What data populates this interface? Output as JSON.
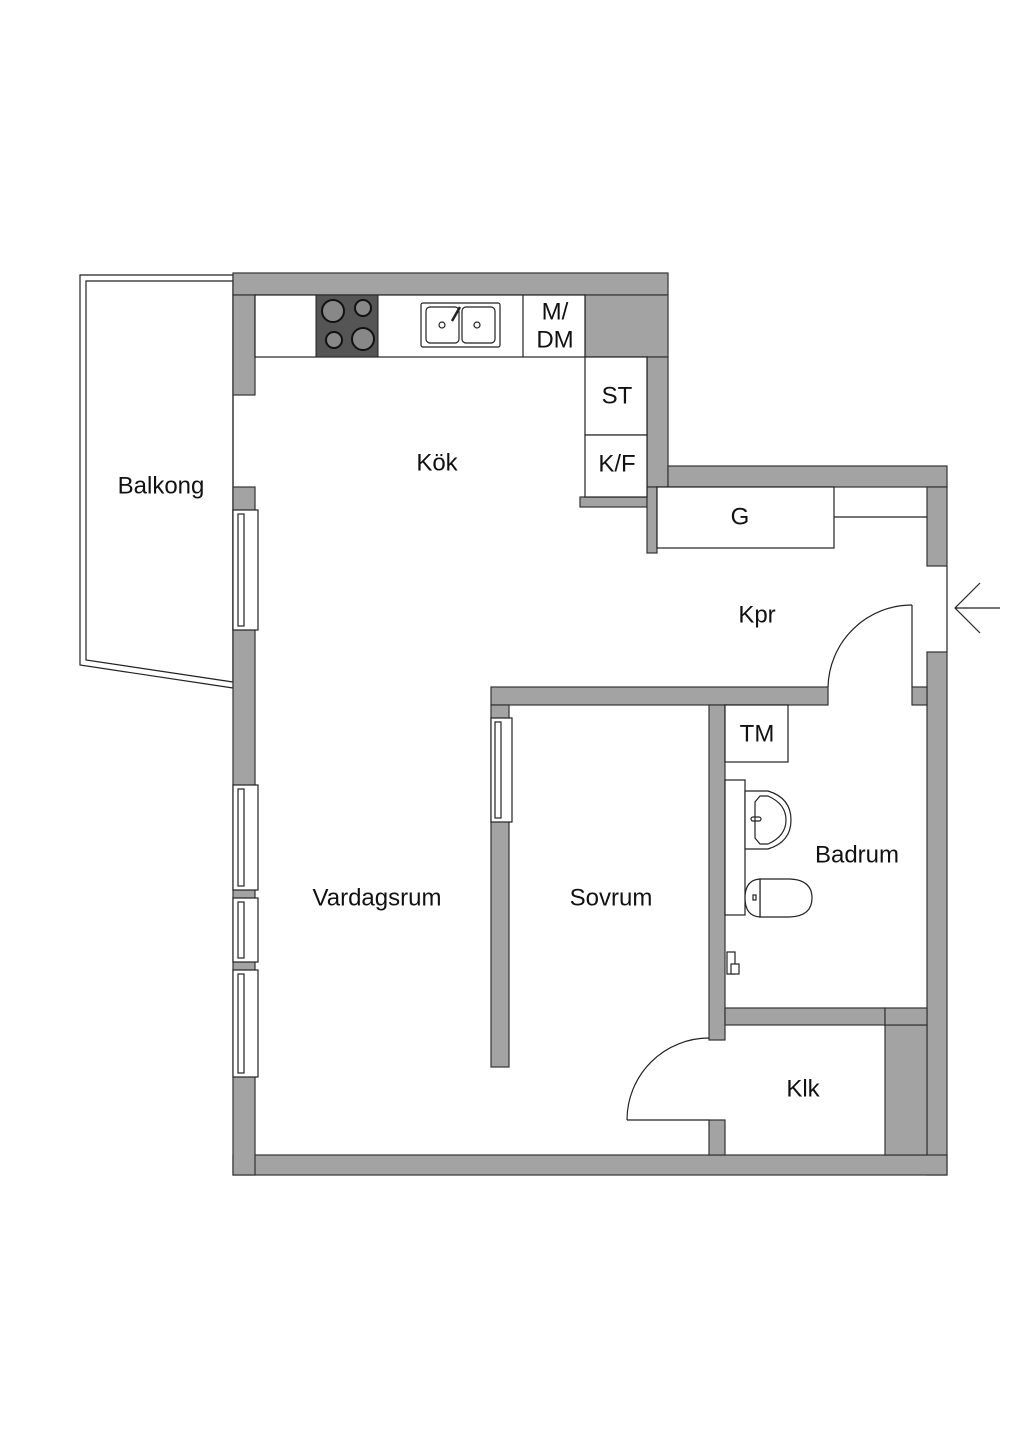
{
  "rooms": {
    "balcony": "Balkong",
    "kitchen": "Kök",
    "hall": "Kpr",
    "wardrobe": "G",
    "laundry": "TM",
    "bathroom": "Badrum",
    "living_room": "Vardagsrum",
    "bedroom": "Sovrum",
    "closet": "Klk"
  },
  "appliances": {
    "microwave_dishwasher_line1": "M/",
    "microwave_dishwasher_line2": "DM",
    "cabinet": "ST",
    "fridge_freezer": "K/F"
  },
  "colors": {
    "wall": "#a3a3a3",
    "stove": "#555555"
  }
}
